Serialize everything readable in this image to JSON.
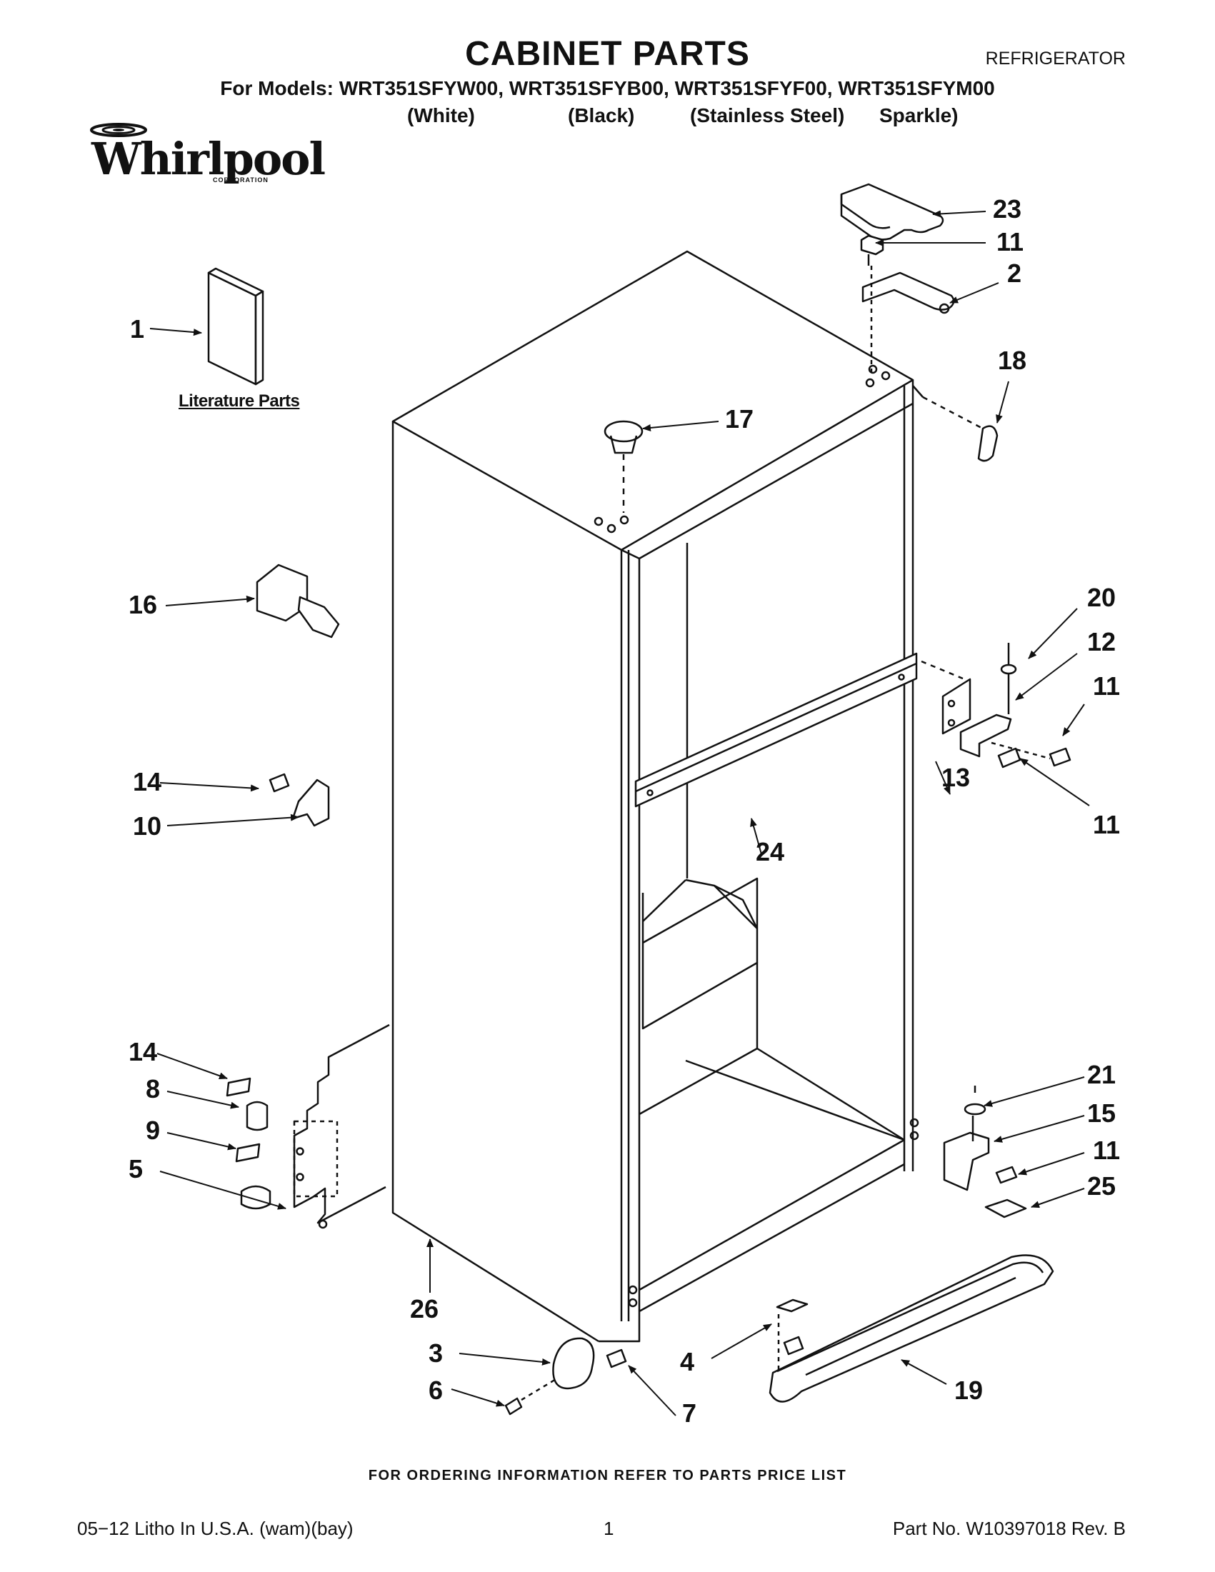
{
  "header": {
    "title": "CABINET PARTS",
    "category": "REFRIGERATOR",
    "models_line": "For Models: WRT351SFYW00, WRT351SFYB00, WRT351SFYF00, WRT351SFYM00",
    "variants": [
      "(White)",
      "(Black)",
      "(Stainless Steel)",
      "Sparkle)"
    ]
  },
  "logo": {
    "brand": "Whirlpool",
    "sub": "CORPORATION"
  },
  "diagram": {
    "literature_label": "Literature Parts",
    "callouts": {
      "c1": "1",
      "c2": "2",
      "c3": "3",
      "c4": "4",
      "c5": "5",
      "c6": "6",
      "c7": "7",
      "c8": "8",
      "c9": "9",
      "c10": "10",
      "c11a": "11",
      "c11b": "11",
      "c11c": "11",
      "c11d": "11",
      "c12": "12",
      "c13": "13",
      "c14a": "14",
      "c14b": "14",
      "c15": "15",
      "c16": "16",
      "c17": "17",
      "c18": "18",
      "c19": "19",
      "c20": "20",
      "c21": "21",
      "c23": "23",
      "c24": "24",
      "c25": "25",
      "c26": "26"
    }
  },
  "footer": {
    "ordering": "FOR ORDERING INFORMATION REFER TO PARTS PRICE LIST",
    "print_info": "05−12 Litho In U.S.A. (wam)(bay)",
    "page": "1",
    "part_number": "Part No. W10397018 Rev. B"
  }
}
